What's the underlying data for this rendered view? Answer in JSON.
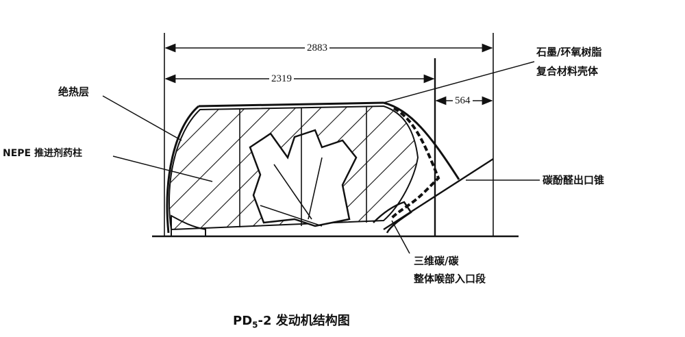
{
  "dimensions": {
    "overall": "2883",
    "case": "2319",
    "nozzle": "564"
  },
  "labels": {
    "insulation": "绝热层",
    "propellant": "NEPE 推进剂药柱",
    "case_line1": "石墨/环氧树脂",
    "case_line2": "复合材料壳体",
    "exit_cone": "碳酚醛出口锥",
    "throat_line1": "三维碳/碳",
    "throat_line2": "整体喉部入口段"
  },
  "caption": {
    "prefix": "PD",
    "subscript": "5",
    "suffix": "-2 发动机结构图"
  }
}
